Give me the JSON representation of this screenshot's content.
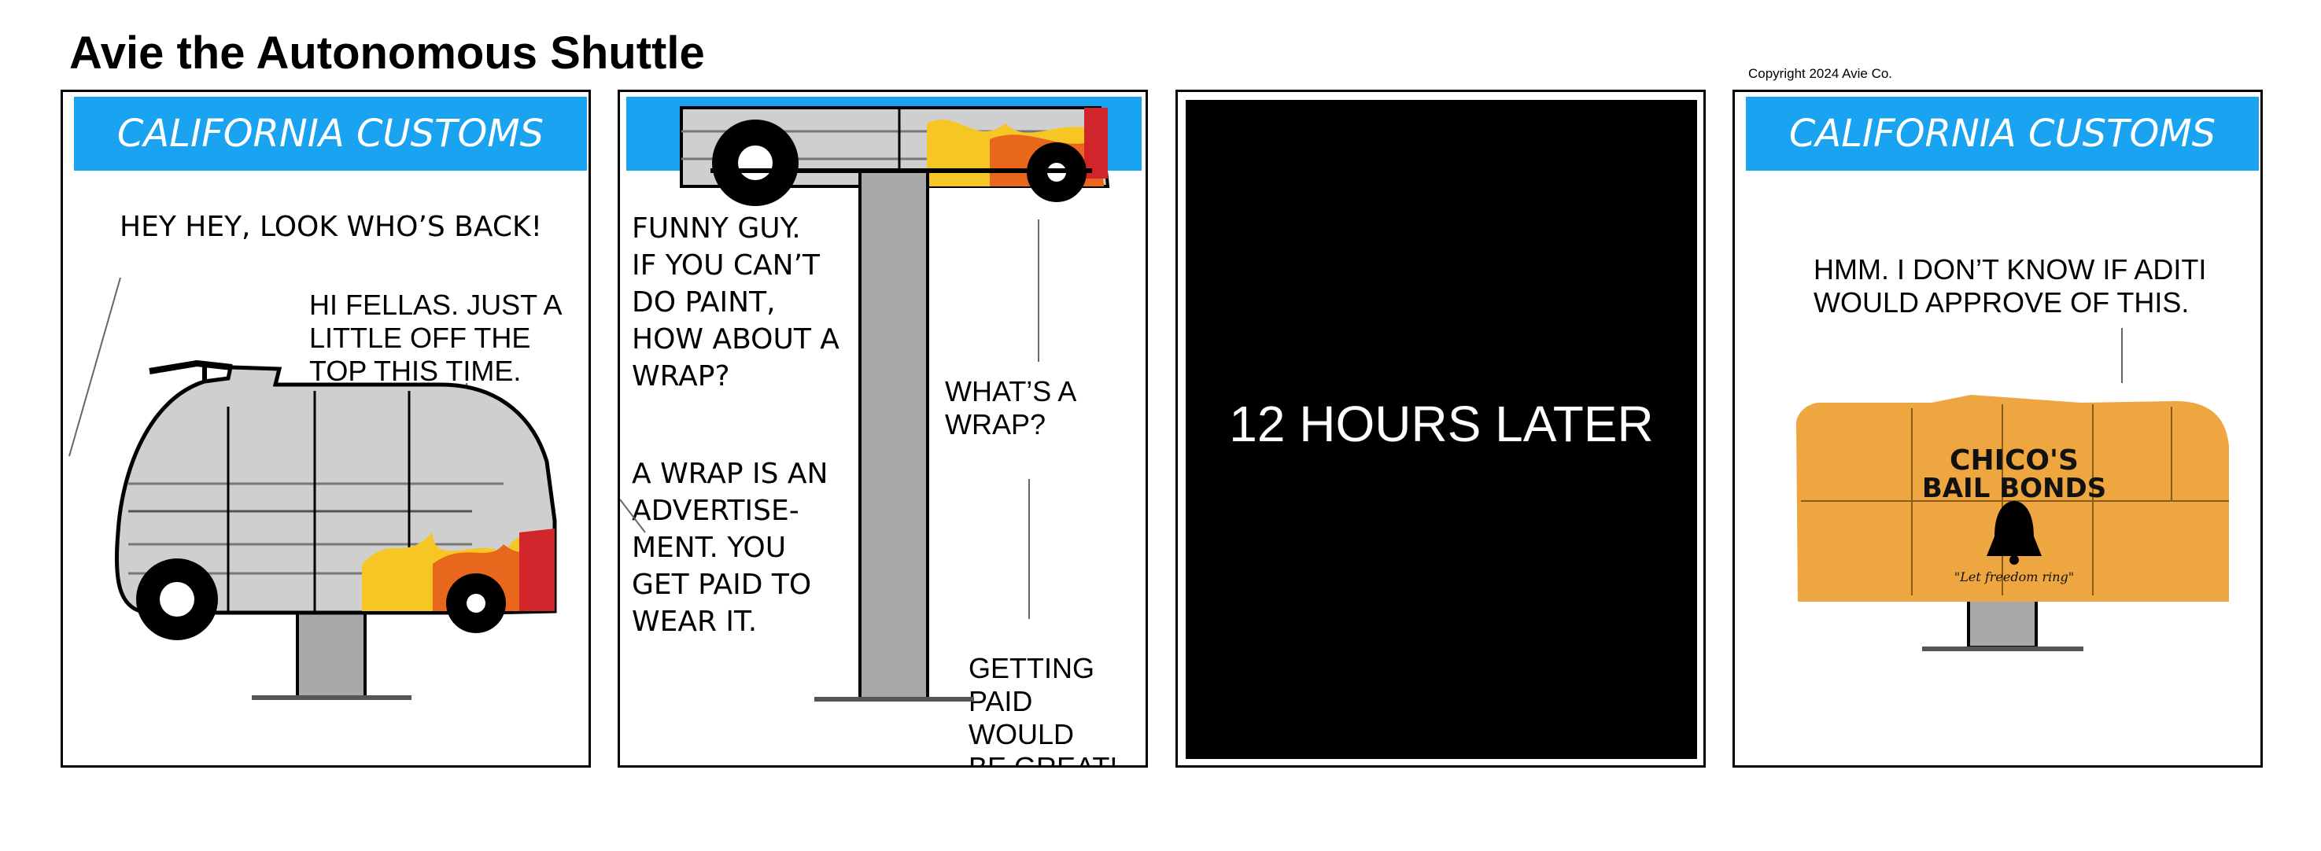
{
  "strip": {
    "title": "Avie the Autonomous Shuttle",
    "copyright": "Copyright 2024 Avie Co."
  },
  "panel1": {
    "banner": "CALIFORNIA CUSTOMS",
    "speech_staff": "HEY HEY, LOOK WHO’S BACK!",
    "speech_avie": "HI FELLAS. JUST A\nLITTLE OFF THE\nTOP THIS TIME."
  },
  "panel2": {
    "speech_staff_1": "FUNNY GUY.\nIF YOU CAN’T\nDO PAINT,\nHOW ABOUT A\nWRAP?",
    "speech_staff_2": "A WRAP IS AN\nADVERTISE-\nMENT. YOU\nGET PAID TO\nWEAR IT.",
    "speech_avie_1": "WHAT’S A\nWRAP?",
    "speech_avie_2": "GETTING\nPAID WOULD\nBE GREAT!"
  },
  "panel3": {
    "caption": "12 HOURS LATER"
  },
  "panel4": {
    "banner": "CALIFORNIA CUSTOMS",
    "speech_avie": "HMM. I DON’T KNOW IF ADITI\nWOULD APPROVE OF THIS.",
    "wrap_line1": "CHICO'S",
    "wrap_line2": "BAIL BONDS",
    "wrap_slogan": "\"Let freedom ring\""
  },
  "colors": {
    "banner_blue": "#1aa3f0",
    "wrap_orange": "#eea640",
    "lift_gray": "#a9a9a9",
    "flame_red": "#d0252a",
    "flame_yellow": "#f6c624"
  },
  "icons": {
    "shuttle": "shuttle-van-icon",
    "lift": "car-lift-icon",
    "bell": "liberty-bell-icon"
  }
}
